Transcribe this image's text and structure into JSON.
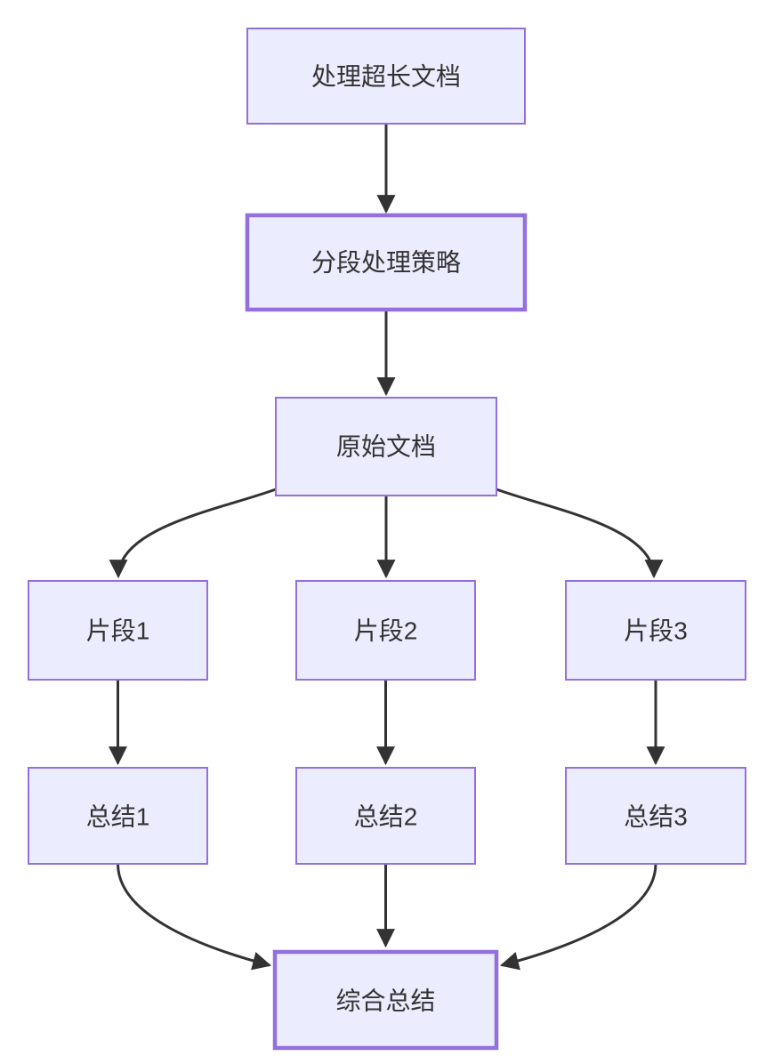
{
  "diagram": {
    "type": "flowchart",
    "direction": "top-down",
    "nodes": [
      {
        "id": "A",
        "label": "处理超长文档",
        "style": "light"
      },
      {
        "id": "B",
        "label": "分段处理策略",
        "style": "highlight"
      },
      {
        "id": "C",
        "label": "原始文档",
        "style": "light"
      },
      {
        "id": "D1",
        "label": "片段1",
        "style": "light"
      },
      {
        "id": "D2",
        "label": "片段2",
        "style": "light"
      },
      {
        "id": "D3",
        "label": "片段3",
        "style": "light"
      },
      {
        "id": "E1",
        "label": "总结1",
        "style": "light"
      },
      {
        "id": "E2",
        "label": "总结2",
        "style": "light"
      },
      {
        "id": "E3",
        "label": "总结3",
        "style": "light"
      },
      {
        "id": "F",
        "label": "综合总结",
        "style": "success"
      }
    ],
    "edges": [
      {
        "from": "A",
        "to": "B"
      },
      {
        "from": "B",
        "to": "C"
      },
      {
        "from": "C",
        "to": "D1"
      },
      {
        "from": "C",
        "to": "D2"
      },
      {
        "from": "C",
        "to": "D3"
      },
      {
        "from": "D1",
        "to": "E1"
      },
      {
        "from": "D2",
        "to": "E2"
      },
      {
        "from": "D3",
        "to": "E3"
      },
      {
        "from": "E1",
        "to": "F"
      },
      {
        "from": "E2",
        "to": "F"
      },
      {
        "from": "E3",
        "to": "F"
      }
    ]
  },
  "colors": {
    "background": "#ffffff",
    "light_fill": "#ECECFF",
    "light_stroke": "#9370DB",
    "highlight_fill": "#b8bcfc",
    "highlight_stroke": "#333333",
    "success_fill": "#90f39a",
    "success_stroke": "#333333",
    "edge_color": "#333333",
    "text_color": "#333333"
  }
}
